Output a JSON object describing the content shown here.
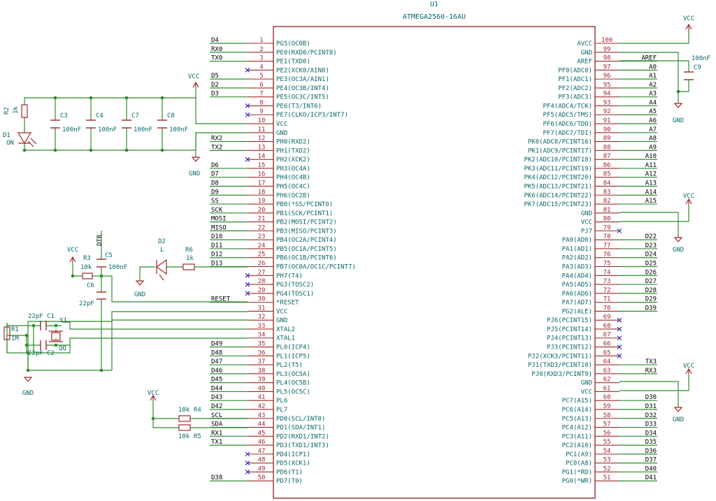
{
  "ic": {
    "ref": "U1",
    "value": "ATMEGA2560-16AU"
  },
  "colors": {
    "pin": "#a02828",
    "wire": "#2e8b2e",
    "text": "#0b6868",
    "body": "#8a2020",
    "noconnect": "#3030c0",
    "label": "#000000"
  },
  "left_pins": [
    {
      "num": "1",
      "name": "PG5(OC0B)",
      "net": "D4"
    },
    {
      "num": "2",
      "name": "PE0(RXD0/PCINT8)",
      "net": "RX0"
    },
    {
      "num": "3",
      "name": "PE1(TXD0)",
      "net": "TX0"
    },
    {
      "num": "4",
      "name": "PE2(XCK0/AIN0)",
      "nc": true
    },
    {
      "num": "5",
      "name": "PE3(OC3A/AIN1)",
      "net": "D5"
    },
    {
      "num": "6",
      "name": "PE4(OC3B/INT4)",
      "net": "D2"
    },
    {
      "num": "7",
      "name": "PE5(OC3C/INT5)",
      "net": "D3"
    },
    {
      "num": "8",
      "name": "PE6(T3/INT6)",
      "nc": true
    },
    {
      "num": "9",
      "name": "PE7(CLKO/ICP3/INT7)",
      "nc": true
    },
    {
      "num": "10",
      "name": "VCC",
      "net": ""
    },
    {
      "num": "11",
      "name": "GND",
      "net": ""
    },
    {
      "num": "12",
      "name": "PH0(RXD2)",
      "net": "RX2"
    },
    {
      "num": "13",
      "name": "PH1(TXD2)",
      "net": "TX2"
    },
    {
      "num": "14",
      "name": "PH2(XCK2)",
      "nc": true
    },
    {
      "num": "15",
      "name": "PH3(OC4A)",
      "net": "D6"
    },
    {
      "num": "16",
      "name": "PH4(OC4B)",
      "net": "D7"
    },
    {
      "num": "17",
      "name": "PH5(OC4C)",
      "net": "D8"
    },
    {
      "num": "18",
      "name": "PH6(OC2B)",
      "net": "D9"
    },
    {
      "num": "19",
      "name": "PB0(*SS/PCINT0)",
      "net": "SS"
    },
    {
      "num": "20",
      "name": "PB1(SCK/PCINT1)",
      "net": "SCK"
    },
    {
      "num": "21",
      "name": "PB2(MOSI/PCINT2)",
      "net": "MOSI"
    },
    {
      "num": "22",
      "name": "PB3(MISO/PCINT3)",
      "net": "MISO"
    },
    {
      "num": "23",
      "name": "PB4(OC2A/PCINT4)",
      "net": "D10"
    },
    {
      "num": "24",
      "name": "PB5(OC1A/PCINT5)",
      "net": "D11"
    },
    {
      "num": "25",
      "name": "PB6(OC1B/PCINT6)",
      "net": "D12"
    },
    {
      "num": "26",
      "name": "PB7(OC0A/OC1C/PCINT7)",
      "net": "D13"
    },
    {
      "num": "27",
      "name": "PH7(T4)",
      "nc": true
    },
    {
      "num": "28",
      "name": "PG3(TOSC2)",
      "nc": true
    },
    {
      "num": "29",
      "name": "PG4(TOSC1)",
      "nc": true
    },
    {
      "num": "30",
      "name": "*RESET",
      "net": "RESET"
    },
    {
      "num": "31",
      "name": "VCC",
      "net": ""
    },
    {
      "num": "32",
      "name": "GND",
      "net": ""
    },
    {
      "num": "33",
      "name": "XTAL2",
      "net": ""
    },
    {
      "num": "34",
      "name": "XTAL1",
      "net": ""
    },
    {
      "num": "35",
      "name": "PL0(ICP4)",
      "net": "D49"
    },
    {
      "num": "36",
      "name": "PL1(ICP5)",
      "net": "D48"
    },
    {
      "num": "37",
      "name": "PL2(T5)",
      "net": "D47"
    },
    {
      "num": "38",
      "name": "PL3(OC5A)",
      "net": "D46"
    },
    {
      "num": "39",
      "name": "PL4(OC5B)",
      "net": "D45"
    },
    {
      "num": "40",
      "name": "PL5(OC5C)",
      "net": "D44"
    },
    {
      "num": "41",
      "name": "PL6",
      "net": "D43"
    },
    {
      "num": "42",
      "name": "PL7",
      "net": "D42"
    },
    {
      "num": "43",
      "name": "PD0(SCL/INT0)",
      "net": "SCL"
    },
    {
      "num": "44",
      "name": "PD1(SDA/INT1)",
      "net": "SDA"
    },
    {
      "num": "45",
      "name": "PD2(RXD1/INT2)",
      "net": "RX1"
    },
    {
      "num": "46",
      "name": "PD3(TXD1/INT3)",
      "net": "TX1"
    },
    {
      "num": "47",
      "name": "PD4(ICP1)",
      "nc": true
    },
    {
      "num": "48",
      "name": "PD5(XCK1)",
      "nc": true
    },
    {
      "num": "49",
      "name": "PD6(T1)",
      "nc": true
    },
    {
      "num": "50",
      "name": "PD7(T0)",
      "net": "D38"
    }
  ],
  "right_pins": [
    {
      "num": "100",
      "name": "AVCC",
      "net": ""
    },
    {
      "num": "99",
      "name": "GND",
      "net": ""
    },
    {
      "num": "98",
      "name": "AREF",
      "net": "AREF"
    },
    {
      "num": "97",
      "name": "PF0(ADC0)",
      "net": "A0"
    },
    {
      "num": "96",
      "name": "PF1(ADC1)",
      "net": "A1"
    },
    {
      "num": "95",
      "name": "PF2(ADC2)",
      "net": "A2"
    },
    {
      "num": "94",
      "name": "PF3(ADC3)",
      "net": "A3"
    },
    {
      "num": "93",
      "name": "PF4(ADC4/TCK)",
      "net": "A4"
    },
    {
      "num": "92",
      "name": "PF5(ADC5/TMS)",
      "net": "A5"
    },
    {
      "num": "91",
      "name": "PF6(ADC6/TDO)",
      "net": "A6"
    },
    {
      "num": "90",
      "name": "PF7(ADC7/TDI)",
      "net": "A7"
    },
    {
      "num": "89",
      "name": "PK0(ADC8/PCINT16)",
      "net": "A8"
    },
    {
      "num": "88",
      "name": "PK1(ADC9/PCINT17)",
      "net": "A9"
    },
    {
      "num": "87",
      "name": "PK2(ADC10/PCINT18)",
      "net": "A10"
    },
    {
      "num": "86",
      "name": "PK3(ADC11/PCINT19)",
      "net": "A11"
    },
    {
      "num": "85",
      "name": "PK4(ADC12/PCINT20)",
      "net": "A12"
    },
    {
      "num": "84",
      "name": "PK5(ADC13/PCINT21)",
      "net": "A13"
    },
    {
      "num": "83",
      "name": "PK6(ADC14/PCINT22)",
      "net": "A14"
    },
    {
      "num": "82",
      "name": "PK7(ADC15/PCINT23)",
      "net": "A15"
    },
    {
      "num": "81",
      "name": "GND",
      "net": ""
    },
    {
      "num": "80",
      "name": "VCC",
      "net": ""
    },
    {
      "num": "79",
      "name": "PJ7",
      "nc": true
    },
    {
      "num": "78",
      "name": "PA0(AD0)",
      "net": "D22"
    },
    {
      "num": "77",
      "name": "PA1(AD1)",
      "net": "D23"
    },
    {
      "num": "76",
      "name": "PA2(AD2)",
      "net": "D24"
    },
    {
      "num": "75",
      "name": "PA3(AD3)",
      "net": "D25"
    },
    {
      "num": "74",
      "name": "PA4(AD4)",
      "net": "D26"
    },
    {
      "num": "73",
      "name": "PA5(AD5)",
      "net": "D27"
    },
    {
      "num": "72",
      "name": "PA6(AD6)",
      "net": "D28"
    },
    {
      "num": "71",
      "name": "PA7(AD7)",
      "net": "D29"
    },
    {
      "num": "70",
      "name": "PG2(ALE)",
      "net": "D39"
    },
    {
      "num": "69",
      "name": "PJ6(PCINT15)",
      "nc": true
    },
    {
      "num": "68",
      "name": "PJ5(PCINT14)",
      "nc": true
    },
    {
      "num": "67",
      "name": "PJ4(PCINT13)",
      "nc": true
    },
    {
      "num": "66",
      "name": "PJ3(PCINT12)",
      "nc": true
    },
    {
      "num": "65",
      "name": "PJ2(XCK3/PCINT11)",
      "nc": true
    },
    {
      "num": "64",
      "name": "PJ1(TXD3/PCINT10)",
      "net": "TX3"
    },
    {
      "num": "63",
      "name": "PJ0(RXD3/PCINT9)",
      "net": "RX3"
    },
    {
      "num": "62",
      "name": "GND",
      "net": ""
    },
    {
      "num": "61",
      "name": "VCC",
      "net": ""
    },
    {
      "num": "60",
      "name": "PC7(A15)",
      "net": "D30"
    },
    {
      "num": "59",
      "name": "PC6(A14)",
      "net": "D31"
    },
    {
      "num": "58",
      "name": "PC5(A13)",
      "net": "D32"
    },
    {
      "num": "57",
      "name": "PC4(A12)",
      "net": "D33"
    },
    {
      "num": "56",
      "name": "PC3(A11)",
      "net": "D34"
    },
    {
      "num": "55",
      "name": "PC2(A10)",
      "net": "D35"
    },
    {
      "num": "54",
      "name": "PC1(A9)",
      "net": "D36"
    },
    {
      "num": "53",
      "name": "PC0(A8)",
      "net": "D37"
    },
    {
      "num": "52",
      "name": "PG1(*RD)",
      "net": "D40"
    },
    {
      "num": "51",
      "name": "PG0(*WR)",
      "net": "D41"
    }
  ],
  "labels": {
    "vcc": "VCC",
    "gnd": "GND",
    "dtr": "DTR",
    "r2_ref": "R2",
    "r2_val": "1k",
    "d1_ref": "D1",
    "d1_val": "ON",
    "c3_ref": "C3",
    "c4_ref": "C4",
    "c7_ref": "C7",
    "c8_ref": "C8",
    "cap_100n": "100nF",
    "c9_ref": "C9",
    "c9_val": "100nF",
    "c5_ref": "C5",
    "c5_val": "100nF",
    "r3_ref": "R3",
    "r3_val": "10k",
    "c6_ref": "C6",
    "c6_val": "22pF",
    "d2_ref": "D2",
    "d2_val": "L",
    "r6_ref": "R6",
    "r6_val": "1k",
    "r1_ref": "R1",
    "r1_val": "1M",
    "c1_val": "22pF",
    "c1_ref": "C1",
    "c2_val": "22pF",
    "c2_ref": "C2",
    "y1_ref": "Y1",
    "y1_val": "QQ",
    "r4_val": "10k",
    "r4_ref": "R4",
    "r5_val": "10k",
    "r5_ref": "R5"
  }
}
